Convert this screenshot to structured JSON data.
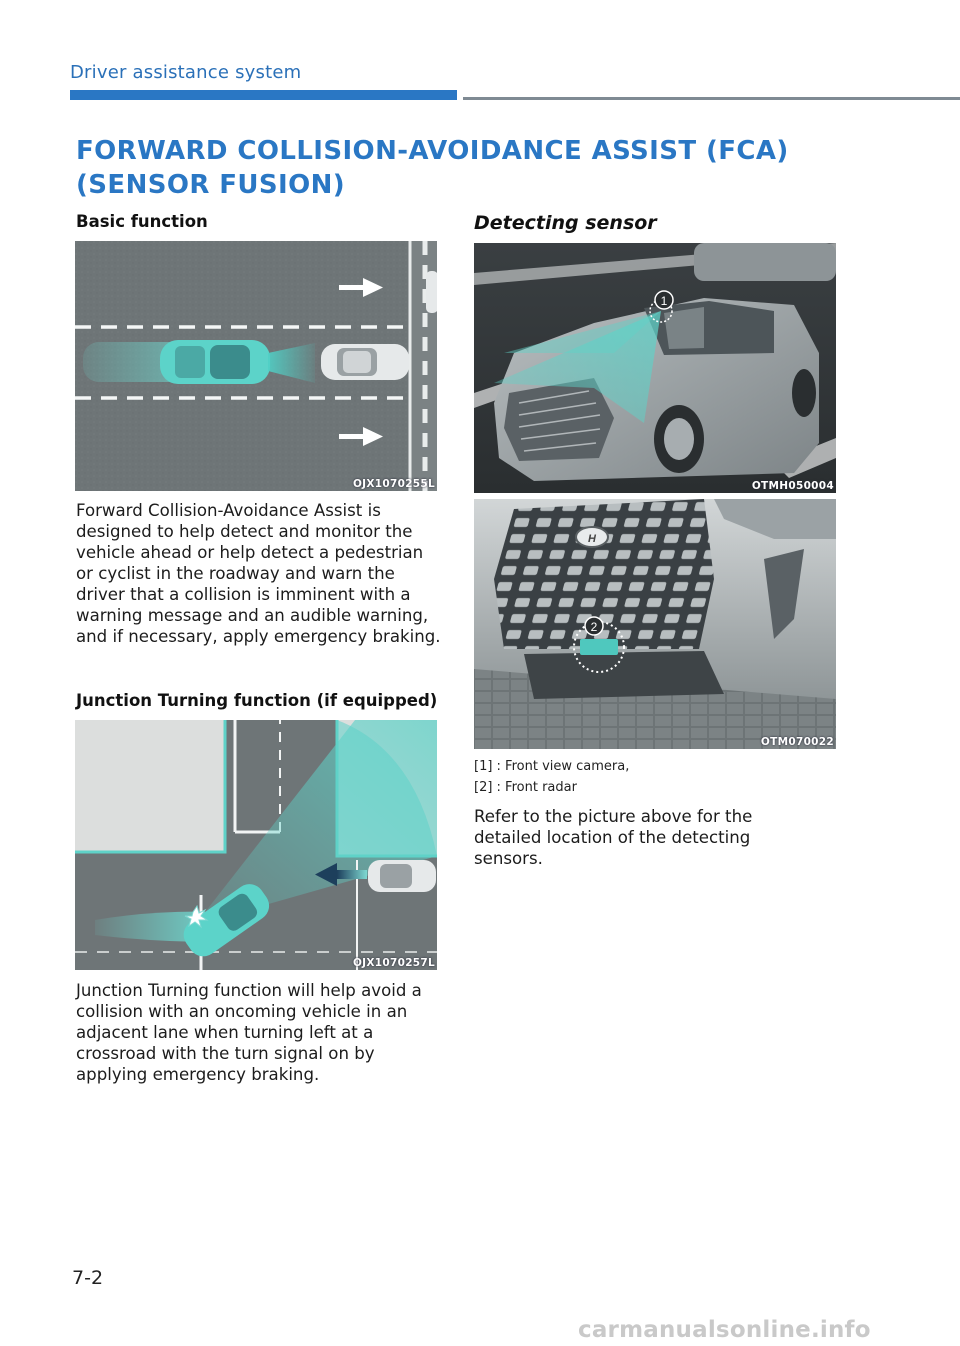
{
  "header": {
    "section_title": "Driver assistance system"
  },
  "page": {
    "title": "FORWARD COLLISION-AVOIDANCE ASSIST (FCA) (SENSOR FUSION)",
    "number": "7-2"
  },
  "left_column": {
    "basic_function": {
      "heading": "Basic function",
      "figure_code": "OJX1070255L",
      "paragraph": "Forward Collision-Avoidance Assist is designed to help detect and monitor the vehicle ahead or help detect a pedestrian or cyclist in the roadway and warn the driver that a collision is imminent with a warning message and an audible warning, and if necessary, apply emergency braking."
    },
    "junction_turning": {
      "heading": "Junction Turning function (if equipped)",
      "figure_code": "OJX1070257L",
      "paragraph": "Junction Turning function will help avoid a collision with an oncoming vehicle in an adjacent lane when turning left at a crossroad with the turn signal on by applying emergency braking."
    }
  },
  "right_column": {
    "heading": "Detecting sensor",
    "figure1_code": "OTMH050004",
    "figure2_code": "OTM070022",
    "callout1": "1",
    "callout2": "2",
    "legend": [
      "[1] : Front view camera,",
      "[2] : Front radar"
    ],
    "paragraph": "Refer to the picture above for the detailed location of the detecting sensors."
  },
  "watermark": "carmanualsonline.info",
  "colors": {
    "accent": "#2a77c4",
    "sensor_cyan": "#5fd2c8",
    "road": "#6f7678"
  }
}
